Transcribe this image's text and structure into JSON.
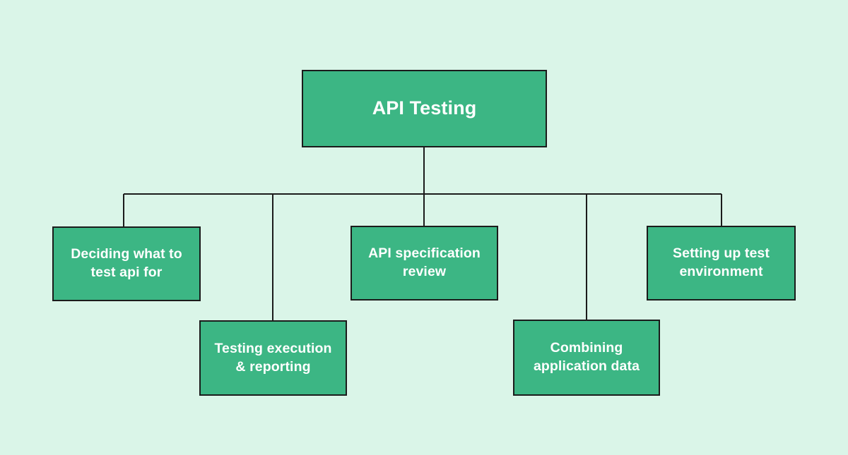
{
  "diagram": {
    "type": "tree-hierarchy",
    "title": "API Testing",
    "background_color": "#daf5e8",
    "node_fill_color": "#3cb684",
    "node_border_color": "#1b1b1b",
    "node_text_color": "#ffffff",
    "connector_color": "#1b1b1b",
    "root": {
      "label": "API Testing"
    },
    "children": [
      {
        "id": "c1",
        "label": "Deciding what to test api for"
      },
      {
        "id": "c2",
        "label": "Testing execution & reporting"
      },
      {
        "id": "c3",
        "label": "API specification review"
      },
      {
        "id": "c4",
        "label": "Combining application data"
      },
      {
        "id": "c5",
        "label": "Setting up test environment"
      }
    ]
  }
}
